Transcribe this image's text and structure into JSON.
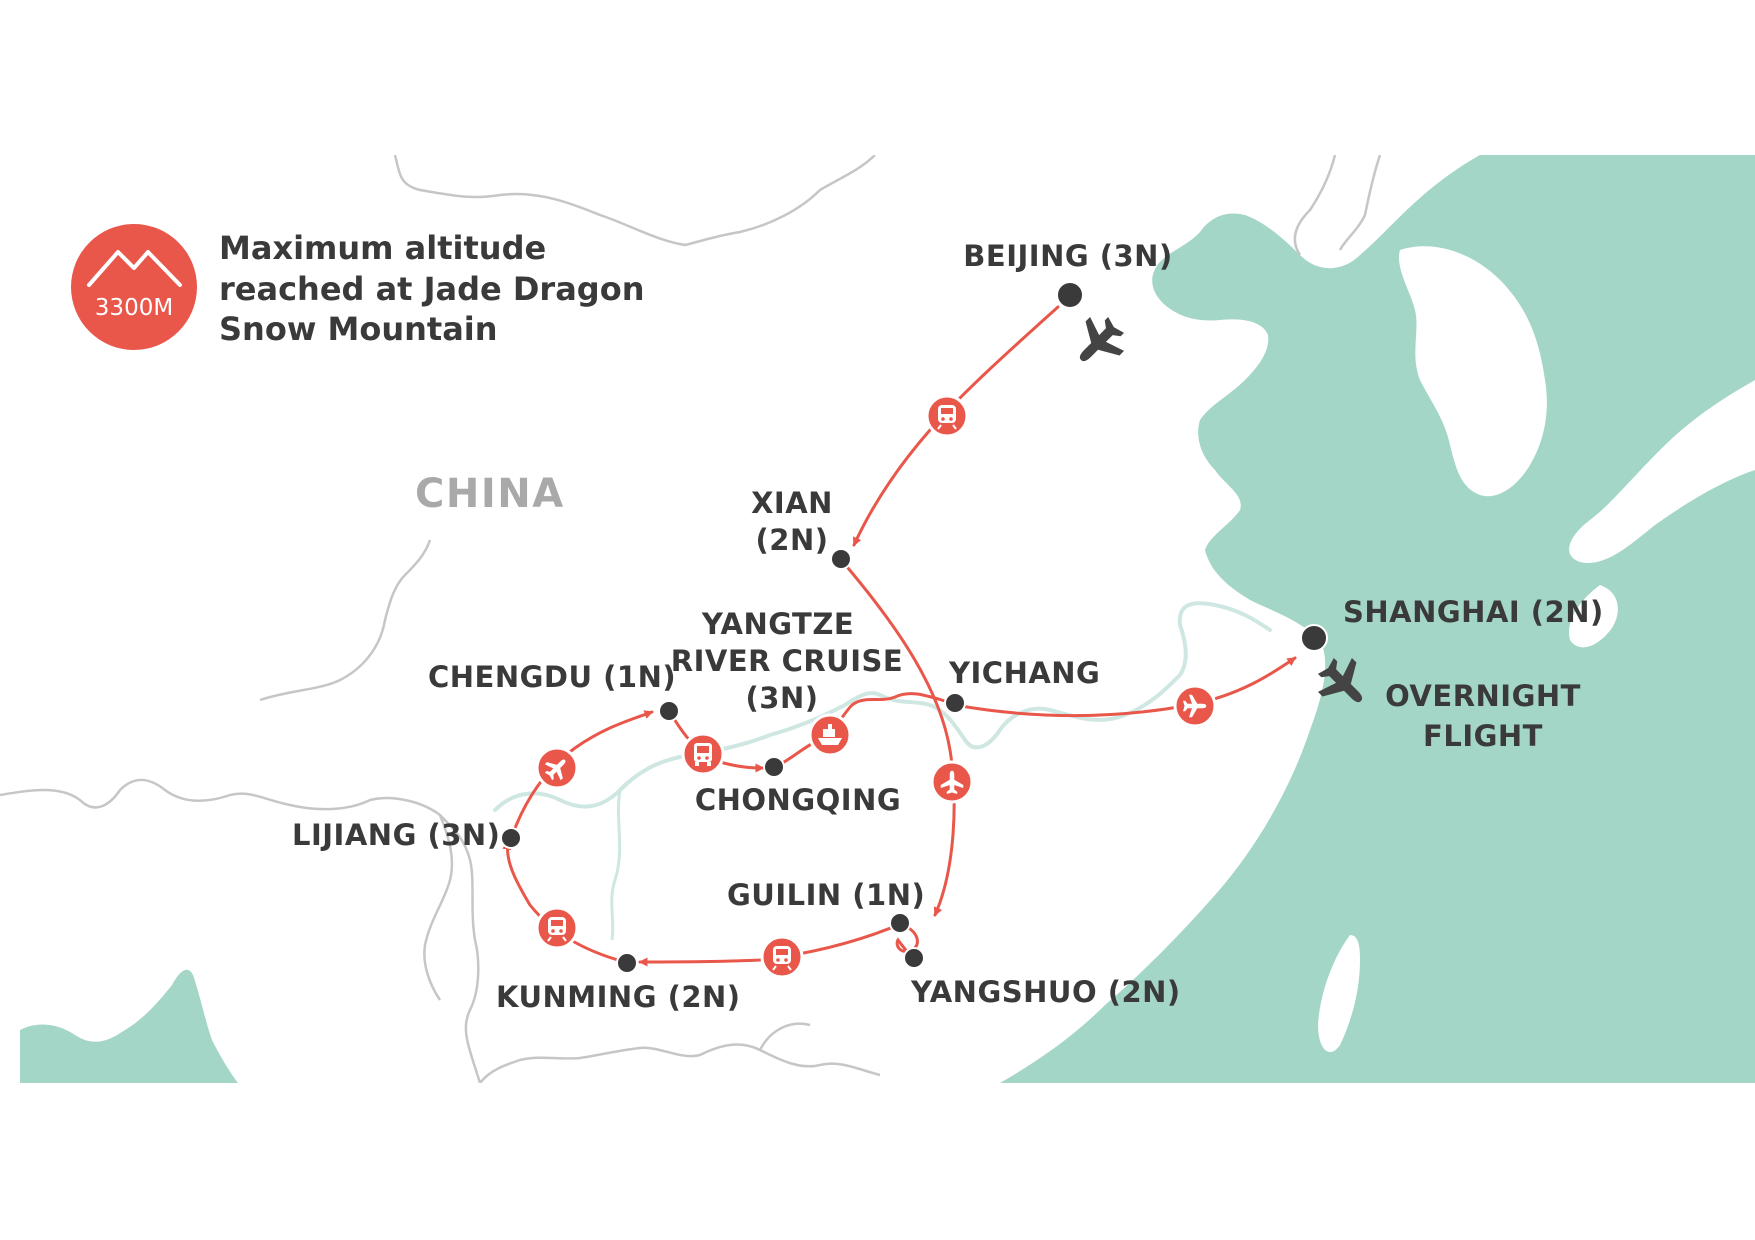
{
  "map": {
    "country_label": "CHINA",
    "legend": {
      "badge_value": "3300M",
      "lines": [
        "Maximum altitude",
        "reached at Jade Dragon",
        "Snow Mountain"
      ],
      "icon": "mountain-icon"
    },
    "places": {
      "beijing": "BEIJING (3N)",
      "xian_line1": "XIAN",
      "xian_line2": "(2N)",
      "yangtze_line1": "YANGTZE",
      "yangtze_line2": "RIVER CRUISE",
      "yangtze_line3": "(3N)",
      "chengdu": "CHENGDU (1N)",
      "yichang": "YICHANG",
      "shanghai": "SHANGHAI (2N)",
      "overnight_line1": "OVERNIGHT",
      "overnight_line2": "FLIGHT",
      "chongqing": "CHONGQING",
      "lijiang": "LIJIANG (3N)",
      "guilin": "GUILIN (1N)",
      "kunming": "KUNMING (2N)",
      "yangshuo": "YANGSHUO (2N)"
    },
    "transport_icons": {
      "beijing_xian": "train-icon",
      "chengdu_chongqing": "bus-icon",
      "chongqing_yichang": "ship-icon",
      "yichang_shanghai": "plane-icon",
      "xian_guilin": "plane-icon",
      "lijiang_chengdu": "plane-icon",
      "kunming_lijiang": "train-icon",
      "guilin_kunming": "train-icon",
      "arrival_beijing": "plane-icon",
      "departure_shanghai": "plane-icon"
    },
    "colors": {
      "route": "#e8574a",
      "sea": "#a4d6c8",
      "land": "#ffffff",
      "border": "#c6c6c6",
      "river": "#cfe7e2",
      "stop": "#3a3a3a",
      "flight_plane": "#444444"
    }
  }
}
